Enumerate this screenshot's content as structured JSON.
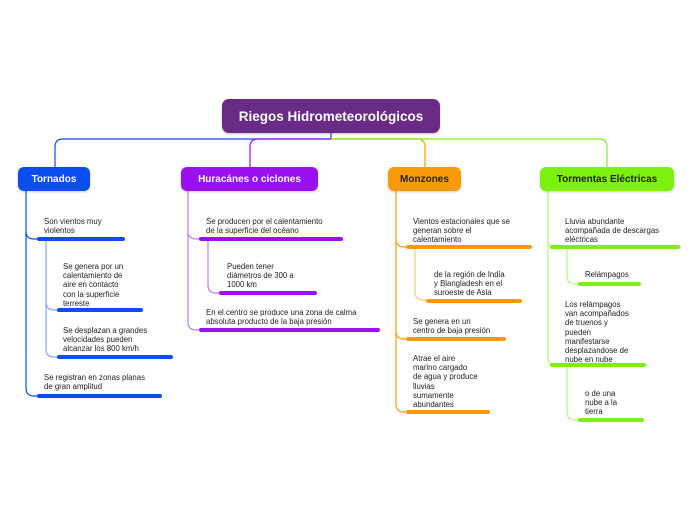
{
  "colors": {
    "root": "#6a2b86",
    "tornados": "#0a4ef2",
    "huracanes": "#9b10f0",
    "monzones": "#fb9a09",
    "tormentas": "#7cf00e"
  },
  "root": {
    "label": "Riegos Hidrometeorológicos"
  },
  "branches": {
    "tornados": {
      "label": "Tornados",
      "items": [
        "Son vientos muy\nviolentos",
        "Se genera por un\ncalentamiento de\naire en contacto\ncon la superficie\nterreste",
        "Se desplazan a grandes\nvelocidades pueden\nalcanzar los 800 km/h",
        "Se registran en zonas planas\nde gran amplitud"
      ]
    },
    "huracanes": {
      "label": "Huracánes o ciclones",
      "items": [
        "Se producen por el calentamiento\nde la superficie del océano",
        "Pueden tener\ndiámetros de 300 a\n1000 km",
        "En el centro se produce una zona de calma\nabsoluta producto de la baja presión"
      ]
    },
    "monzones": {
      "label": "Monzones",
      "items": [
        "Vientos estacionales que se\ngeneran sobre el\ncalentamiento",
        "de la región de India\ny Blangladesh en el\nsuroeste de Asia",
        "Se genera en un\ncentro de baja presión",
        "Atrae el aire\nmarino cargado\nde agua y produce\nlluvias\nsumamente\nabundantes"
      ]
    },
    "tormentas": {
      "label": "Tormentas Eléctricas",
      "items": [
        "Lluvia abundante\nacompañada de descargas\neléctricas",
        "Relámpagos",
        "Los relámpagos\nvan acompañados\nde truenos y\npueden\nmanifestarse\ndesplazandose de\nnube en nube",
        "o de una\nnube a la\ntierra"
      ]
    }
  }
}
